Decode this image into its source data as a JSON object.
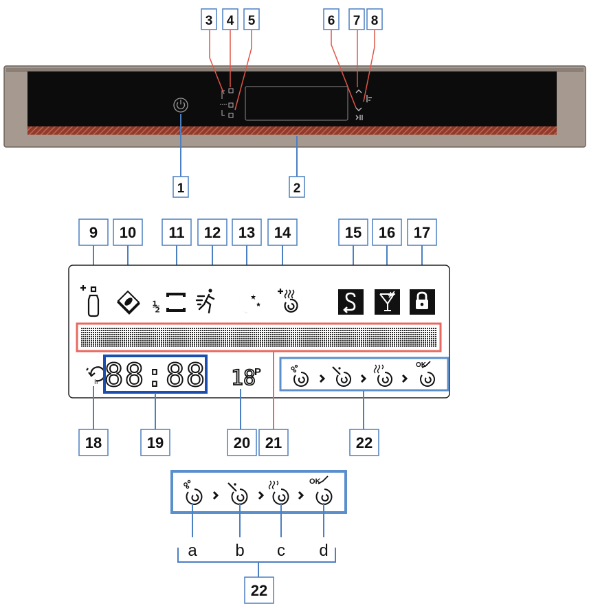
{
  "callouts_top": [
    "3",
    "4",
    "5",
    "6",
    "7",
    "8"
  ],
  "callouts_panel": [
    "1",
    "2"
  ],
  "callouts_display_top": [
    "9",
    "10",
    "11",
    "12",
    "13",
    "14",
    "15",
    "16",
    "17"
  ],
  "callouts_display_bottom": [
    "18",
    "19",
    "20",
    "21",
    "22"
  ],
  "display": {
    "time": "88:88",
    "program_digit": "18",
    "program_sup": "P",
    "half_load": "½",
    "ok_label": "OK"
  },
  "detail": {
    "letters": [
      "a",
      "b",
      "c",
      "d"
    ],
    "callout": "22",
    "ok_label": "OK"
  },
  "colors": {
    "callout_border": "#4a7fc1",
    "time_frame": "#1a4fb0",
    "phase_frame": "#5b8fcc",
    "display_strip": "#e8675e",
    "panel_body": "#a69a90",
    "panel_glass": "#0c0c0c",
    "panel_strip": "#b5523e"
  },
  "icons": [
    "power-icon",
    "bottle-plus-icon",
    "tablet-icon",
    "half-load-icon",
    "speed-runner-icon",
    "night-moon-icon",
    "extra-dry-plus-icon",
    "rinse-change-icon",
    "glass-sparkle-icon",
    "lock-icon",
    "timer-clock-icon",
    "prewash-icon",
    "wash-icon",
    "dry-icon",
    "finished-icon"
  ]
}
